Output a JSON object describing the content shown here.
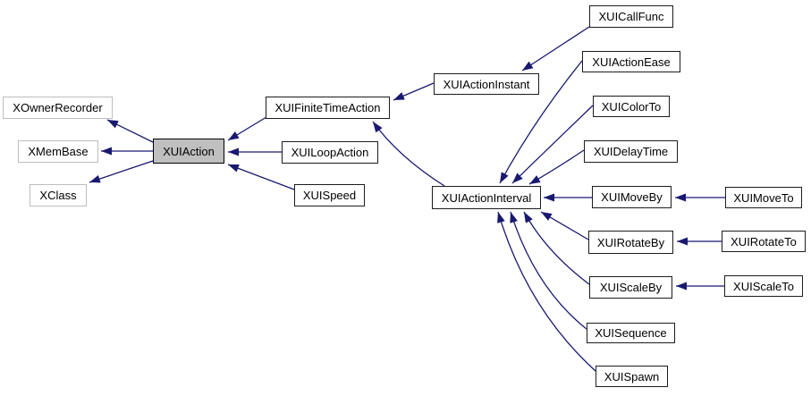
{
  "diagram": {
    "type": "class-inheritance-graph",
    "background_color": "#ffffff",
    "edge_color": "#191970",
    "node_fill": "#ffffff",
    "node_border_color": "#1c1c1c",
    "external_node_border_color": "#bdbdbd",
    "current_node_fill": "#bfbfbf",
    "text_color": "#000000"
  },
  "nodes": {
    "xownerrecorder": {
      "label": "XOwnerRecorder",
      "kind": "external-class"
    },
    "xmembase": {
      "label": "XMemBase",
      "kind": "external-class"
    },
    "xclass": {
      "label": "XClass",
      "kind": "external-class"
    },
    "xuiaction": {
      "label": "XUIAction",
      "kind": "current-class"
    },
    "xuifinitetimeaction": {
      "label": "XUIFiniteTimeAction",
      "kind": "class"
    },
    "xuiloopaction": {
      "label": "XUILoopAction",
      "kind": "class"
    },
    "xuispeed": {
      "label": "XUISpeed",
      "kind": "class"
    },
    "xuiactioninstant": {
      "label": "XUIActionInstant",
      "kind": "class"
    },
    "xuiactioninterval": {
      "label": "XUIActionInterval",
      "kind": "class"
    },
    "xuicallfunc": {
      "label": "XUICallFunc",
      "kind": "class"
    },
    "xuiactionease": {
      "label": "XUIActionEase",
      "kind": "class"
    },
    "xuicolorto": {
      "label": "XUIColorTo",
      "kind": "class"
    },
    "xuidelaytime": {
      "label": "XUIDelayTime",
      "kind": "class"
    },
    "xuimoveby": {
      "label": "XUIMoveBy",
      "kind": "class"
    },
    "xuimoveto": {
      "label": "XUIMoveTo",
      "kind": "class"
    },
    "xuirotateby": {
      "label": "XUIRotateBy",
      "kind": "class"
    },
    "xuirotateto": {
      "label": "XUIRotateTo",
      "kind": "class"
    },
    "xuiscaleby": {
      "label": "XUIScaleBy",
      "kind": "class"
    },
    "xuiscaleto": {
      "label": "XUIScaleTo",
      "kind": "class"
    },
    "xuisequence": {
      "label": "XUISequence",
      "kind": "class"
    },
    "xuispawn": {
      "label": "XUISpawn",
      "kind": "class"
    }
  },
  "edges": [
    {
      "derived": "XUIAction",
      "base": "XOwnerRecorder"
    },
    {
      "derived": "XUIAction",
      "base": "XMemBase"
    },
    {
      "derived": "XUIAction",
      "base": "XClass"
    },
    {
      "derived": "XUIFiniteTimeAction",
      "base": "XUIAction"
    },
    {
      "derived": "XUILoopAction",
      "base": "XUIAction"
    },
    {
      "derived": "XUISpeed",
      "base": "XUIAction"
    },
    {
      "derived": "XUIActionInstant",
      "base": "XUIFiniteTimeAction"
    },
    {
      "derived": "XUIActionInterval",
      "base": "XUIFiniteTimeAction"
    },
    {
      "derived": "XUICallFunc",
      "base": "XUIActionInstant"
    },
    {
      "derived": "XUIActionEase",
      "base": "XUIActionInterval"
    },
    {
      "derived": "XUIColorTo",
      "base": "XUIActionInterval"
    },
    {
      "derived": "XUIDelayTime",
      "base": "XUIActionInterval"
    },
    {
      "derived": "XUIMoveBy",
      "base": "XUIActionInterval"
    },
    {
      "derived": "XUIRotateBy",
      "base": "XUIActionInterval"
    },
    {
      "derived": "XUIScaleBy",
      "base": "XUIActionInterval"
    },
    {
      "derived": "XUISequence",
      "base": "XUIActionInterval"
    },
    {
      "derived": "XUISpawn",
      "base": "XUIActionInterval"
    },
    {
      "derived": "XUIMoveTo",
      "base": "XUIMoveBy"
    },
    {
      "derived": "XUIRotateTo",
      "base": "XUIRotateBy"
    },
    {
      "derived": "XUIScaleTo",
      "base": "XUIScaleBy"
    }
  ]
}
